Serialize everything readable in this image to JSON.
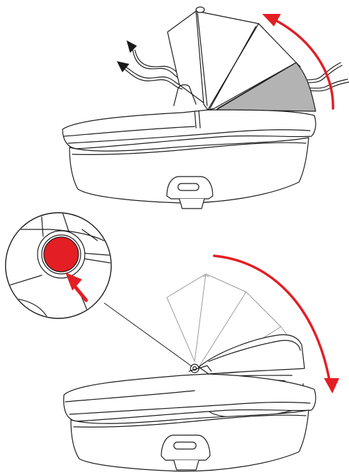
{
  "figure": {
    "panels": [
      {
        "id": "canopy-open",
        "airflow_arrows": 2,
        "rotation_arrow": "counterclockwise"
      },
      {
        "id": "canopy-fold",
        "detail_callout": "release-button",
        "rotation_arrow": "clockwise"
      }
    ],
    "colors": {
      "line": "#1a1a1a",
      "accent_red": "#e31e24",
      "canopy_mesh": "#b3b3b3",
      "faded_line": "#9a9a9a",
      "background": "#ffffff"
    }
  }
}
